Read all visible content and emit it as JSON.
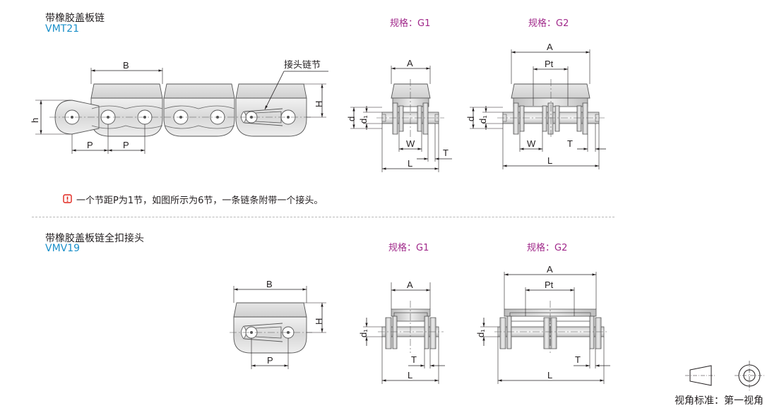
{
  "section1": {
    "title": "带橡胶盖板链",
    "code": "VMT21",
    "spec_g1": "规格：G1",
    "spec_g2": "规格：G2",
    "note": "一个节距P为1节，如图所示为6节，一条链条附带一个接头。",
    "labels": {
      "B": "B",
      "H": "H",
      "h": "h",
      "P1": "P",
      "P2": "P",
      "joint": "接头链节",
      "A1": "A",
      "d1": "d",
      "d1sub": "d₁",
      "W1": "W",
      "T1": "T",
      "L1": "L",
      "A2": "A",
      "Pt": "Pt",
      "d2": "d",
      "d2sub": "d₁",
      "W2": "W",
      "T2": "T",
      "L2": "L"
    }
  },
  "section2": {
    "title": "带橡胶盖板链全扣接头",
    "code": "VMV19",
    "spec_g1": "规格：G1",
    "spec_g2": "规格：G2",
    "labels": {
      "B": "B",
      "H": "H",
      "P": "P",
      "A1": "A",
      "d1sub": "d₁",
      "T1": "T",
      "L1": "L",
      "A2": "A",
      "Pt": "Pt",
      "d2sub": "d₁",
      "T2": "T",
      "L2": "L"
    }
  },
  "footer": {
    "projection": "视角标准：第一视角"
  },
  "colors": {
    "title": "#231f20",
    "code": "#1a8fc9",
    "spec": "#a0288a",
    "note_icon": "#e0231b"
  },
  "icons": [
    "warning-icon",
    "first-angle-projection-icon"
  ]
}
